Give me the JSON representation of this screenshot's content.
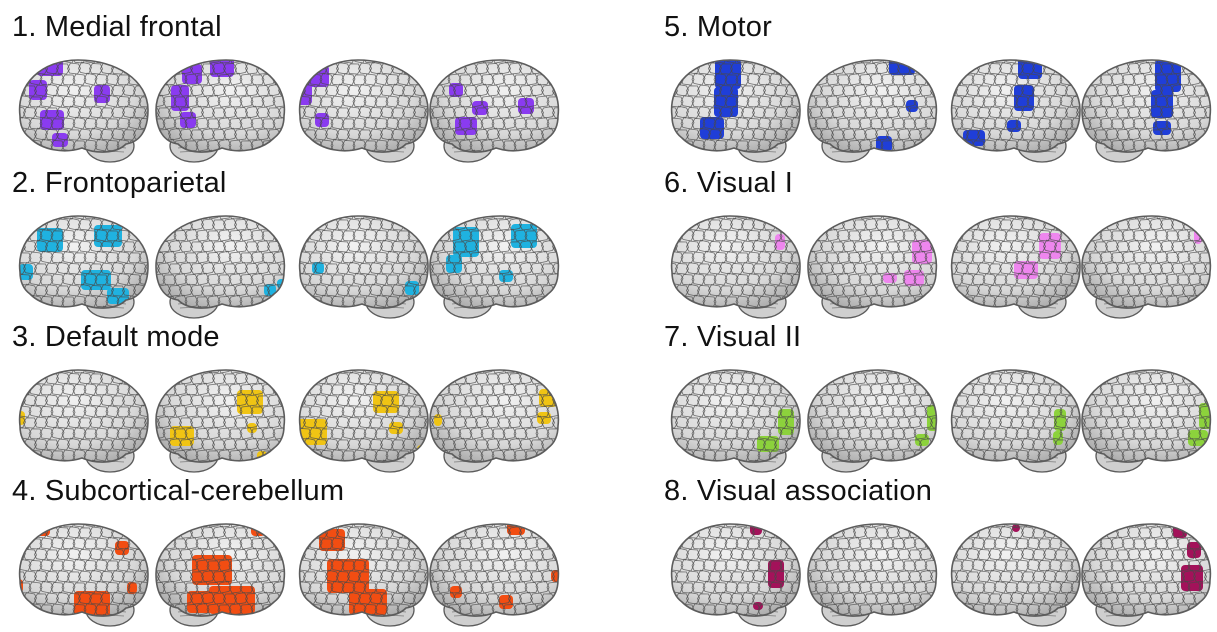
{
  "networks": [
    {
      "label": "1. Medial frontal",
      "color": "#8a3bf0",
      "view_names": [
        "left-lateral",
        "right-medial",
        "left-medial",
        "right-lateral"
      ]
    },
    {
      "label": "2. Frontoparietal",
      "color": "#1fb2e0",
      "view_names": [
        "left-lateral",
        "right-medial",
        "left-medial",
        "right-lateral"
      ]
    },
    {
      "label": "3. Default mode",
      "color": "#f0c414",
      "view_names": [
        "left-lateral",
        "right-medial",
        "left-medial",
        "right-lateral"
      ]
    },
    {
      "label": "4. Subcortical-cerebellum",
      "color": "#f24d12",
      "view_names": [
        "left-lateral",
        "right-medial",
        "left-medial",
        "right-lateral"
      ]
    },
    {
      "label": "5. Motor",
      "color": "#1f3ed8",
      "view_names": [
        "left-lateral",
        "right-medial",
        "left-medial",
        "right-lateral"
      ]
    },
    {
      "label": "6. Visual I",
      "color": "#ee86ee",
      "view_names": [
        "left-lateral",
        "right-medial",
        "left-medial",
        "right-lateral"
      ]
    },
    {
      "label": "7. Visual II",
      "color": "#8cd23c",
      "view_names": [
        "left-lateral",
        "right-medial",
        "left-medial",
        "right-lateral"
      ]
    },
    {
      "label": "8. Visual association",
      "color": "#a3125a",
      "view_names": [
        "left-lateral",
        "right-medial",
        "left-medial",
        "right-lateral"
      ]
    }
  ],
  "colors": {
    "brain_fill": "#d8d8d8",
    "brain_edge": "#5c5c5c",
    "cerebellum_fill": "#cfcfcf"
  }
}
